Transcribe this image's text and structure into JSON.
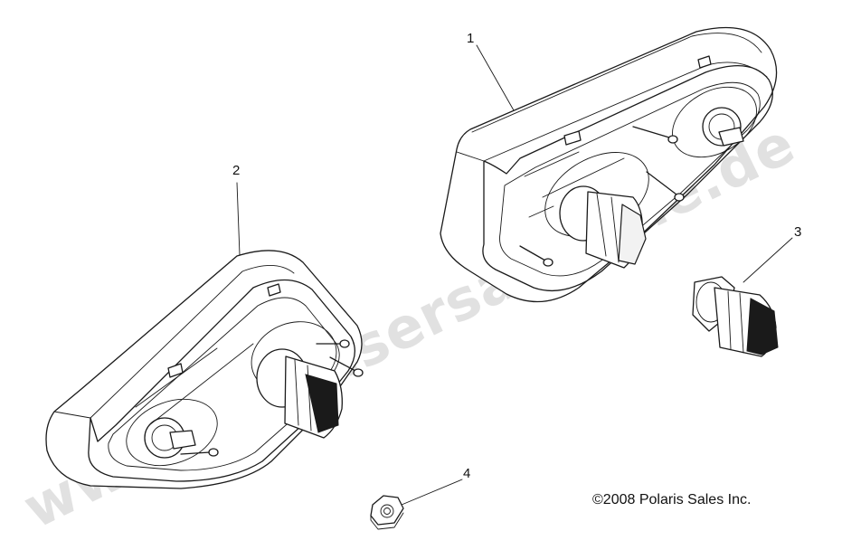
{
  "diagram": {
    "callouts": [
      {
        "id": "1",
        "label": "1"
      },
      {
        "id": "2",
        "label": "2"
      },
      {
        "id": "3",
        "label": "3"
      },
      {
        "id": "4",
        "label": "4"
      }
    ],
    "copyright": "©2008 Polaris Sales Inc.",
    "watermark": "www.polarisersatzteile.de"
  },
  "colors": {
    "line": "#1a1a1a",
    "background": "#ffffff",
    "watermark": "#c8c8c8"
  }
}
